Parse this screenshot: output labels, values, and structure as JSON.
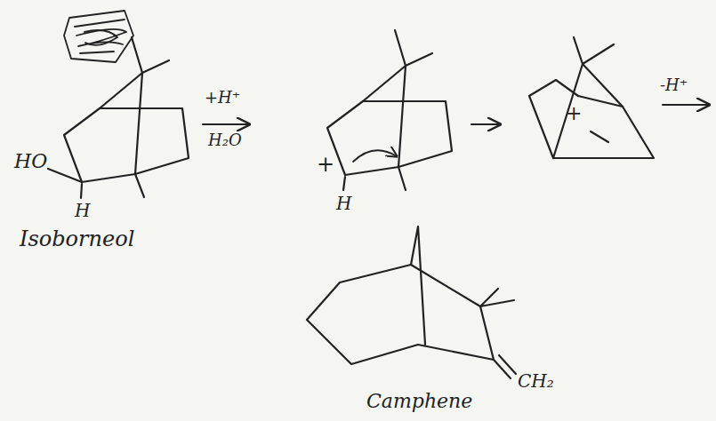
{
  "diagram": {
    "labels": [
      "HO",
      "H",
      "Isoborneol",
      "+H⁺",
      "H₂O",
      "+",
      "H",
      "+",
      "-H⁺",
      "CH₂",
      "Camphene"
    ]
  }
}
